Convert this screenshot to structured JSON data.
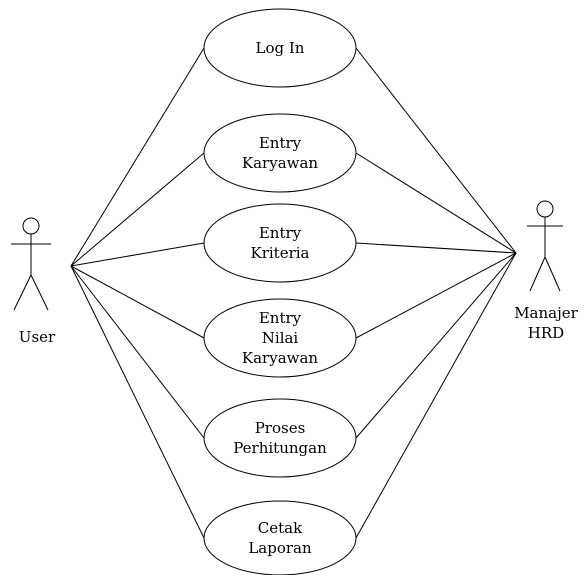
{
  "actors": {
    "user": {
      "lines": [
        "User"
      ]
    },
    "manager": {
      "lines": [
        "Manajer",
        "HRD"
      ]
    }
  },
  "use_cases": [
    {
      "id": "login",
      "lines": [
        "Log In"
      ]
    },
    {
      "id": "entry-karyawan",
      "lines": [
        "Entry",
        "Karyawan"
      ]
    },
    {
      "id": "entry-kriteria",
      "lines": [
        "Entry",
        "Kriteria"
      ]
    },
    {
      "id": "entry-nilai-karyawan",
      "lines": [
        "Entry",
        "Nilai",
        "Karyawan"
      ]
    },
    {
      "id": "proses-perhitungan",
      "lines": [
        "Proses",
        "Perhitungan"
      ]
    },
    {
      "id": "cetak-laporan",
      "lines": [
        "Cetak",
        "Laporan"
      ]
    }
  ]
}
